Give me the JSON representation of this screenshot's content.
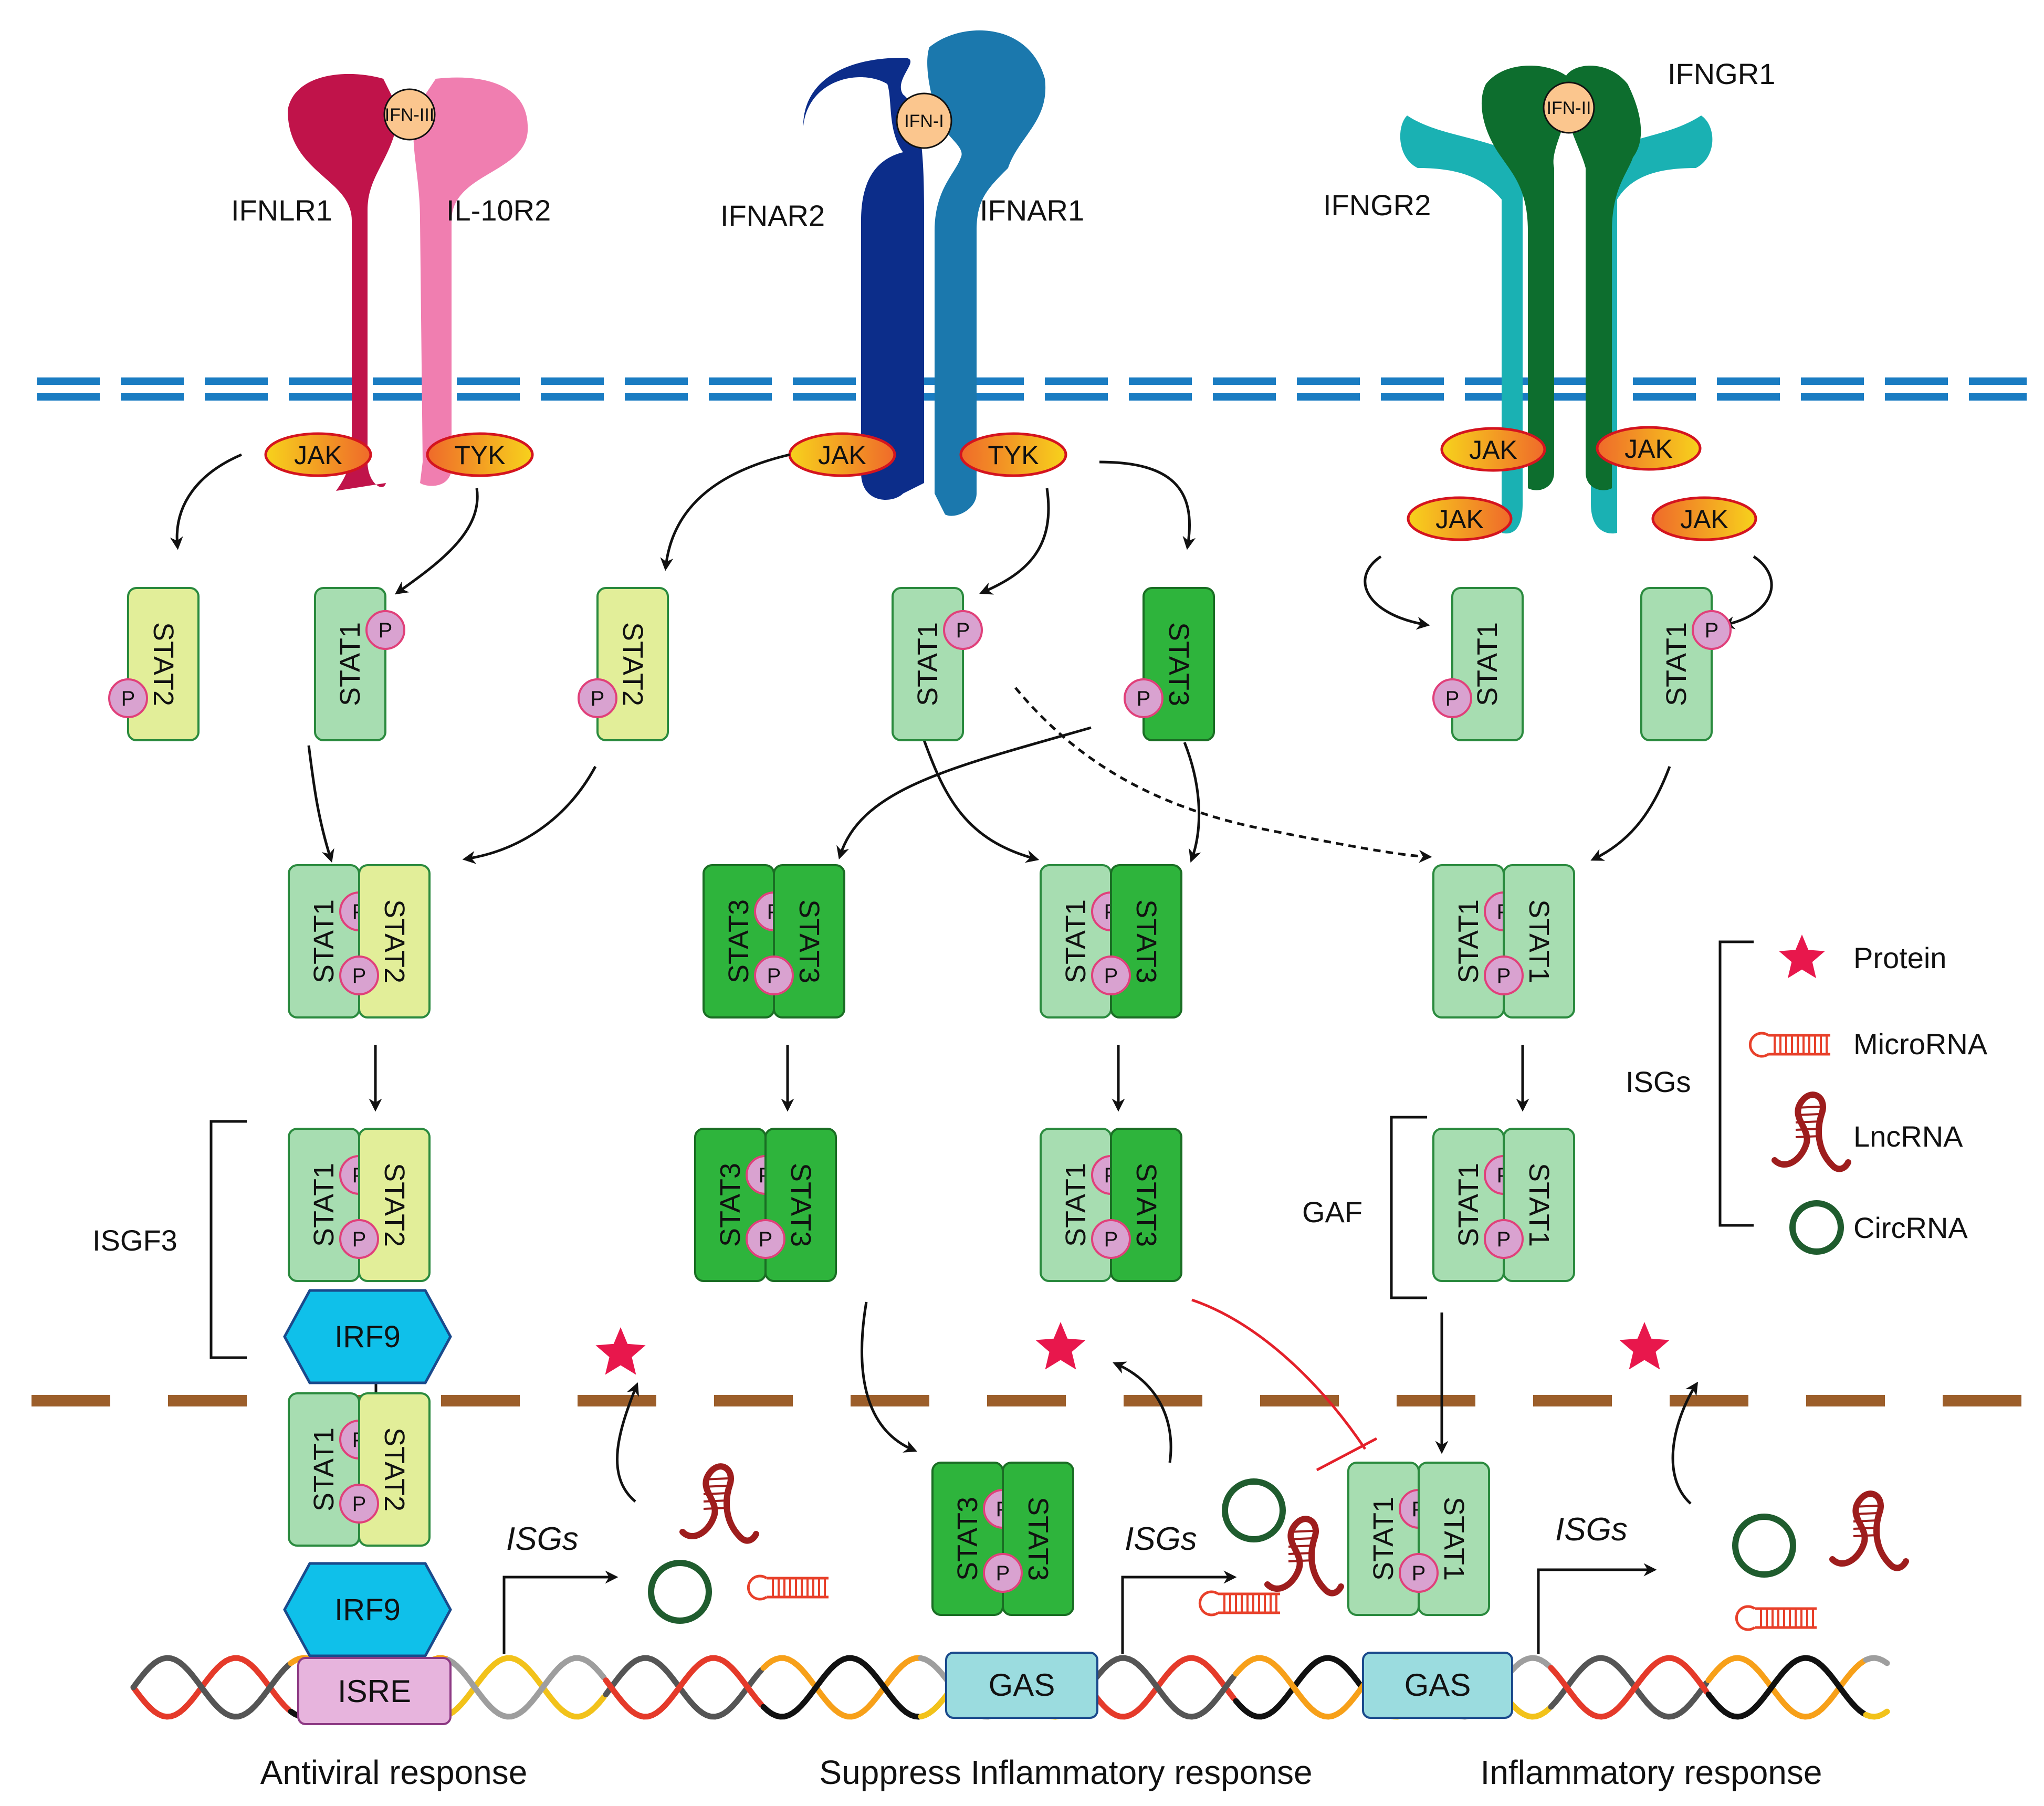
{
  "receptors": {
    "typeIII": {
      "ligand": "IFN-III",
      "chainA": "IFNLR1",
      "chainB": "IL-10R2",
      "kinaseA": "JAK",
      "kinaseB": "TYK"
    },
    "typeI": {
      "ligand": "IFN-I",
      "chainA": "IFNAR2",
      "chainB": "IFNAR1",
      "kinaseA": "JAK",
      "kinaseB": "TYK"
    },
    "typeII": {
      "ligand": "IFN-II",
      "chainOuter": "IFNGR2",
      "chainInner": "IFNGR1",
      "kinase": "JAK"
    }
  },
  "stats": {
    "stat1": "STAT1",
    "stat2": "STAT2",
    "stat3": "STAT3",
    "phospho": "P"
  },
  "complexes": {
    "isgf3": "ISGF3",
    "gaf": "GAF",
    "irf9": "IRF9"
  },
  "sites": {
    "isre": "ISRE",
    "gas": "GAS"
  },
  "isgs_label": "ISGs",
  "legend": {
    "group": "ISGs",
    "items": [
      {
        "icon": "star-icon",
        "label": "Protein"
      },
      {
        "icon": "microrna-icon",
        "label": "MicroRNA"
      },
      {
        "icon": "lncrna-icon",
        "label": "LncRNA"
      },
      {
        "icon": "circrna-icon",
        "label": "CircRNA"
      }
    ]
  },
  "responses": {
    "left": "Antiviral response",
    "middle": "Suppress Inflammatory response",
    "right": "Inflammatory response"
  },
  "colors": {
    "stat1": "#a7ddb1",
    "stat2": "#e2ee99",
    "stat3": "#2eb43c",
    "phospho": "#d9a2d0",
    "irf9": "#0fc0ea",
    "isre": "#e7b4dd",
    "gas": "#9bdcdf",
    "membrane": "#1a7cc2",
    "nuclear_membrane": "#9c5e2a",
    "inhibition": "#e4202a",
    "protein_star": "#e8174c",
    "microrna": "#e8402a",
    "lncrna": "#9e1d1d",
    "circrna": "#1f5c2e"
  }
}
